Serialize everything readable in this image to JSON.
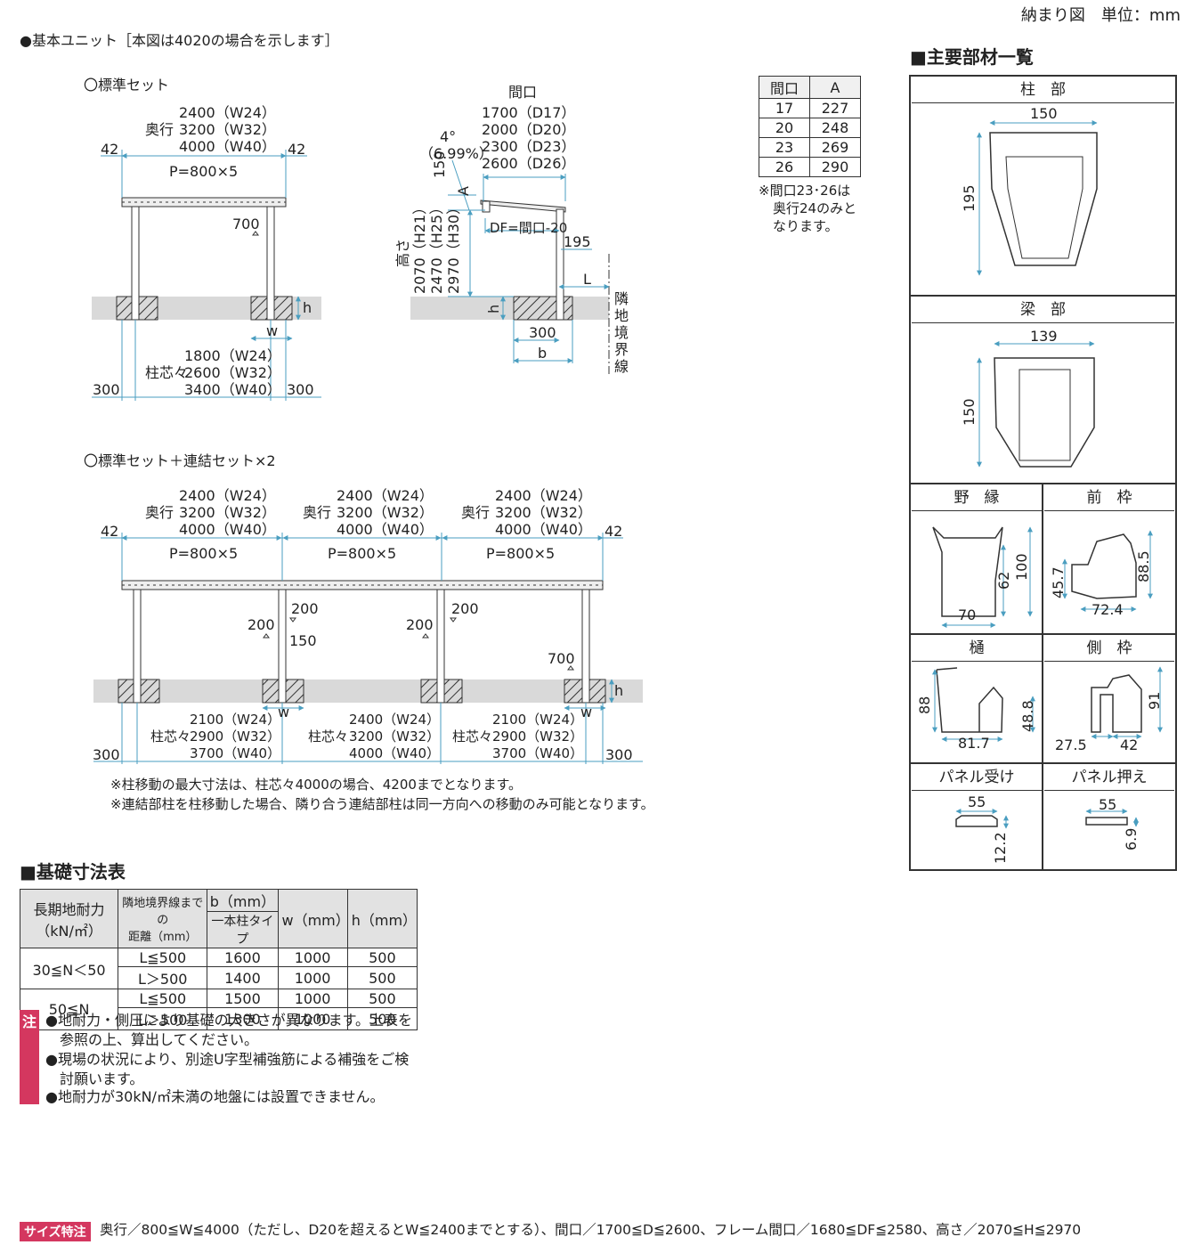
{
  "header": {
    "title": "納まり図　単位：mm"
  },
  "basic_unit": {
    "heading": "●基本ユニット［本図は4020の場合を示します］"
  },
  "standard_set": {
    "label": "〇標準セット",
    "depth_label": "奥行",
    "depth_values": [
      "2400（W24）",
      "3200（W32）",
      "4000（W40）"
    ],
    "pitch": "P=800×5",
    "overhang": "42",
    "post_move": "700",
    "post_center_label": "柱芯々",
    "post_center_values": [
      "1800（W24）",
      "2600（W32）",
      "3400（W40）"
    ],
    "edge": "300",
    "w": "w",
    "h": "h"
  },
  "side_view": {
    "frontage_label": "間口",
    "frontage_values": [
      "1700（D17）",
      "2000（D20）",
      "2300（D23）",
      "2600（D26）"
    ],
    "angle": "4°",
    "angle_pct": "（6.99%）",
    "dim_150": "150",
    "dim_A": "A",
    "df_label": "DF=間口-20",
    "dim_195": "195",
    "height_label": "高さ",
    "height_values": [
      "2070（H21）",
      "2470（H25）",
      "2970（H30）"
    ],
    "L": "L",
    "h": "h",
    "dim_300": "300",
    "b": "b",
    "boundary": "隣地境界線"
  },
  "a_table": {
    "headers": [
      "間口",
      "A"
    ],
    "rows": [
      [
        "17",
        "227"
      ],
      [
        "20",
        "248"
      ],
      [
        "23",
        "269"
      ],
      [
        "26",
        "290"
      ]
    ],
    "note": [
      "※間口23･26は",
      "奥行24のみと",
      "なります。"
    ]
  },
  "connected_set": {
    "label": "〇標準セット＋連結セット×2",
    "depth_label": "奥行",
    "depth_values": [
      "2400（W24）",
      "3200（W32）",
      "4000（W40）"
    ],
    "pitch": "P=800×5",
    "overhang": "42",
    "move_200": "200",
    "move_150": "150",
    "move_700": "700",
    "post_center_label": "柱芯々",
    "spans_outer": [
      "2100（W24）",
      "2900（W32）",
      "3700（W40）"
    ],
    "spans_mid": [
      "2400（W24）",
      "3200（W32）",
      "4000（W40）"
    ],
    "edge": "300",
    "w": "w",
    "h": "h",
    "notes": [
      "※柱移動の最大寸法は、柱芯々4000の場合、4200までとなります。",
      "※連結部柱を柱移動した場合、隣り合う連結部柱は同一方向への移動のみ可能となります。"
    ]
  },
  "foundation": {
    "heading": "■基礎寸法表",
    "col1": [
      "長期地耐力",
      "（kN/㎡）"
    ],
    "col2": [
      "隣地境界線までの",
      "距離（mm）"
    ],
    "col3": [
      "b（mm）",
      "一本柱タイプ"
    ],
    "col4": "w（mm）",
    "col5": "h（mm）",
    "groups": [
      {
        "label": "30≦N＜50",
        "rows": [
          [
            "L≦500",
            "1600",
            "1000",
            "500"
          ],
          [
            "L＞500",
            "1400",
            "1000",
            "500"
          ]
        ]
      },
      {
        "label": "50≦N",
        "rows": [
          [
            "L≦500",
            "1500",
            "1000",
            "500"
          ],
          [
            "L＞500",
            "1300",
            "1000",
            "500"
          ]
        ]
      }
    ]
  },
  "notes": {
    "tag": "注",
    "lines": [
      "●地耐力・側圧により基礎の大きさが異なります。上表を",
      "参照の上、算出してください。",
      "●現場の状況により、別途U字型補強筋による補強をご検",
      "討願います。",
      "●地耐力が30kN/㎡未満の地盤には設置できません。"
    ]
  },
  "parts": {
    "heading": "■主要部材一覧",
    "pillar": {
      "name": "柱　部",
      "w": "150",
      "h": "195"
    },
    "beam": {
      "name": "梁　部",
      "w": "139",
      "h": "150"
    },
    "rafter": {
      "name": "野　縁",
      "w": "70",
      "h1": "62",
      "h2": "100"
    },
    "front_frame": {
      "name": "前　枠",
      "w": "72.4",
      "h1": "45.7",
      "h2": "88.5"
    },
    "gutter": {
      "name": "樋",
      "w": "81.7",
      "h1": "88",
      "h2": "48.8"
    },
    "side_frame": {
      "name": "側　枠",
      "w1": "27.5",
      "w2": "42",
      "h": "91"
    },
    "panel_receiver": {
      "name": "パネル受け",
      "w": "55",
      "h": "12.2"
    },
    "panel_press": {
      "name": "パネル押え",
      "w": "55",
      "h": "6.9"
    }
  },
  "footer": {
    "tag": "サイズ特注",
    "text": "奥行／800≦W≦4000（ただし、D20を超えるとW≦2400までとする）、間口／1700≦D≦2600、フレーム間口／1680≦DF≦2580、高さ／2070≦H≦2970"
  }
}
